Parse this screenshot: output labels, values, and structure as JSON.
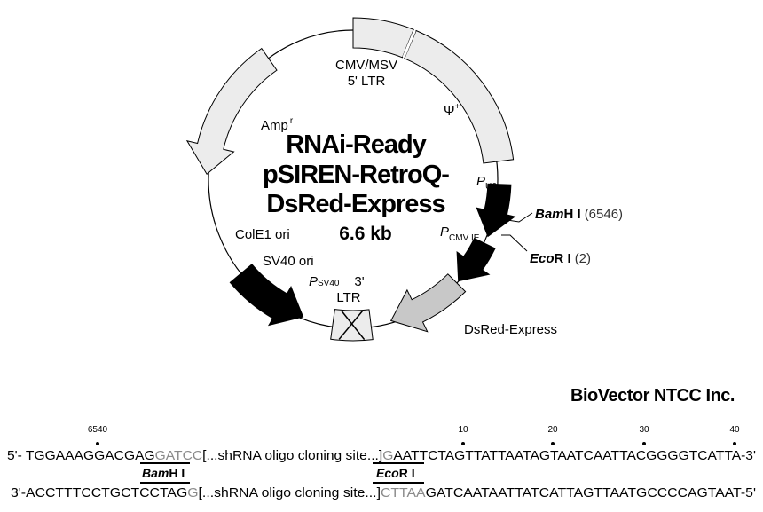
{
  "plasmid": {
    "name_lines": [
      "RNAi-Ready",
      "pSIREN-RetroQ-",
      "DsRed-Express"
    ],
    "size": "6.6 kb",
    "colors": {
      "light_feature": "#ececec",
      "dsred_feature": "#c8c8c8",
      "promoter": "#000000"
    },
    "features": {
      "ltr5_line1": "CMV/MSV",
      "ltr5_line2": "5' LTR",
      "psi": "Ψ",
      "psi_sup": "+",
      "amp": "Amp",
      "amp_sup": "r",
      "pu6_p": "P",
      "pu6_sub": "U6",
      "pcmv_p": "P",
      "pcmv_sub": "CMV IE",
      "dsred": "DsRed-Express",
      "ltr3_line1": "3'",
      "ltr3_line2": "LTR",
      "psv40_p": "P",
      "psv40_sub": "SV40",
      "sv40_ori": "SV40 ori",
      "cole1_ori": "ColE1 ori"
    },
    "sites": {
      "bamhi_italic": "Bam",
      "bamhi_rest": "H I",
      "bamhi_pos": "(6546)",
      "ecori_italic": "Eco",
      "ecori_rest": "R I",
      "ecori_pos": "(2)"
    }
  },
  "sequence": {
    "ticks": [
      "6540",
      "10",
      "20",
      "30",
      "40"
    ],
    "top": {
      "a": "5'- TGGAAAGGACGAG",
      "bam": "GATCC",
      "mid": "[...shRNA oligo cloning site...]",
      "eco_g": "G",
      "eco": "AATTC",
      "rest": "TAGTTATTAATAGTAATCAATTACGGGGTCATTA-3'"
    },
    "bottom": {
      "a": "3'-ACCTTTCCTGCTC",
      "bam": "CTAG",
      "bam_g": "G",
      "mid": "[...shRNA oligo cloning site...]",
      "eco": "CTTAA",
      "rest": "GATCAATAATTATCATTAGTTAATGCCCCAGTAAT-5'"
    },
    "bamhi_italic": "Bam",
    "bamhi_rest": "H I",
    "ecori_italic": "Eco",
    "ecori_rest": "R I"
  },
  "watermark": "BioVector NTCC Inc."
}
